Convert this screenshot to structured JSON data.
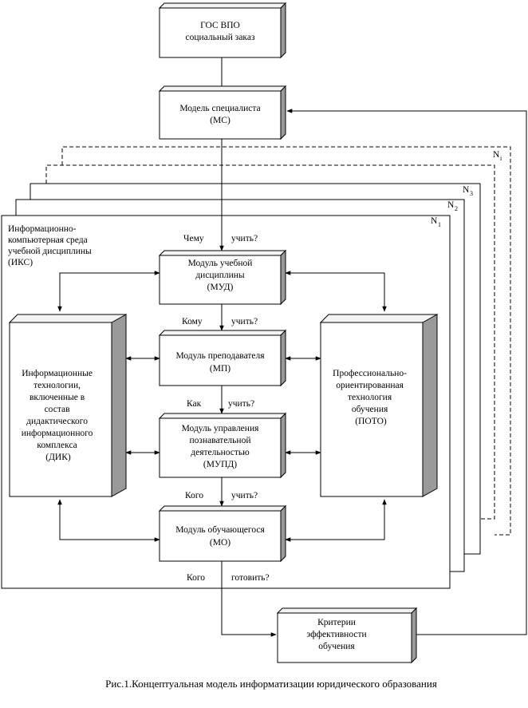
{
  "boxes": {
    "gos": [
      "ГОС ВПО",
      "социальный заказ"
    ],
    "ms": [
      "Модель специалиста",
      "(МС)"
    ],
    "mud": [
      "Модуль учебной",
      "дисциплины",
      "(МУД)"
    ],
    "mp": [
      "Модуль преподавателя",
      "(МП)"
    ],
    "mupd": [
      "Модуль управления",
      "познавательной",
      "деятельностью",
      "(МУПД)"
    ],
    "mo": [
      "Модуль обучающегося",
      "(МО)"
    ],
    "dik": [
      "Информационные",
      "технологии,",
      "включенные в",
      "состав",
      "дидактического",
      "информационного",
      "комплекса",
      "(ДИК)"
    ],
    "poto": [
      "Профессионально-",
      "ориентированная",
      "технология",
      "обучения",
      "(ПОТО)"
    ],
    "crit": [
      "Критерии",
      "эффективности",
      "обучения"
    ]
  },
  "iks": [
    "Информационно-",
    "компьютерная среда",
    "учебной дисциплины",
    "(ИКС)"
  ],
  "questions": {
    "q1": {
      "a": "Чему",
      "b": "учить?"
    },
    "q2": {
      "a": "Кому",
      "b": "учить?"
    },
    "q3": {
      "a": "Как",
      "b": "учить?"
    },
    "q4": {
      "a": "Кого",
      "b": "учить?"
    },
    "q5": {
      "a": "Кого",
      "b": "готовить?"
    }
  },
  "layers": [
    {
      "letter": "N",
      "sub": "1"
    },
    {
      "letter": "N",
      "sub": "2"
    },
    {
      "letter": "N",
      "sub": "3"
    },
    {
      "letter": "N",
      "sub": "i"
    }
  ],
  "caption": "Рис.1.Концептуальная модель информатизации юридического образования"
}
